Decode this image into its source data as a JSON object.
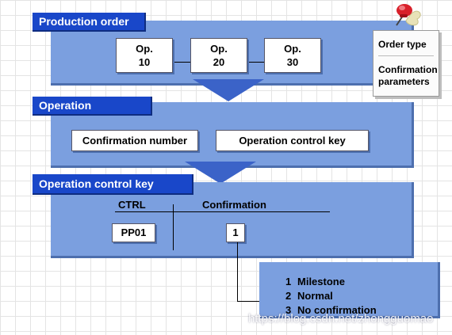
{
  "production_order": {
    "title": "Production order",
    "operations": [
      "Op.\n10",
      "Op.\n20",
      "Op.\n30"
    ]
  },
  "note": {
    "order_type": "Order type",
    "confirmation_parameters": "Confirmation parameters"
  },
  "operation": {
    "title": "Operation",
    "confirmation_number": "Confirmation number",
    "operation_control_key": "Operation control key"
  },
  "control_key": {
    "title": "Operation control key",
    "ctrl_header": "CTRL",
    "confirmation_header": "Confirmation",
    "ctrl_value": "PP01",
    "confirmation_value": "1"
  },
  "legend": [
    {
      "num": "1",
      "label": "Milestone"
    },
    {
      "num": "2",
      "label": "Normal"
    },
    {
      "num": "3",
      "label": "No confirmation"
    }
  ],
  "watermark": "https://blog.csdn.net/zhongguomao"
}
